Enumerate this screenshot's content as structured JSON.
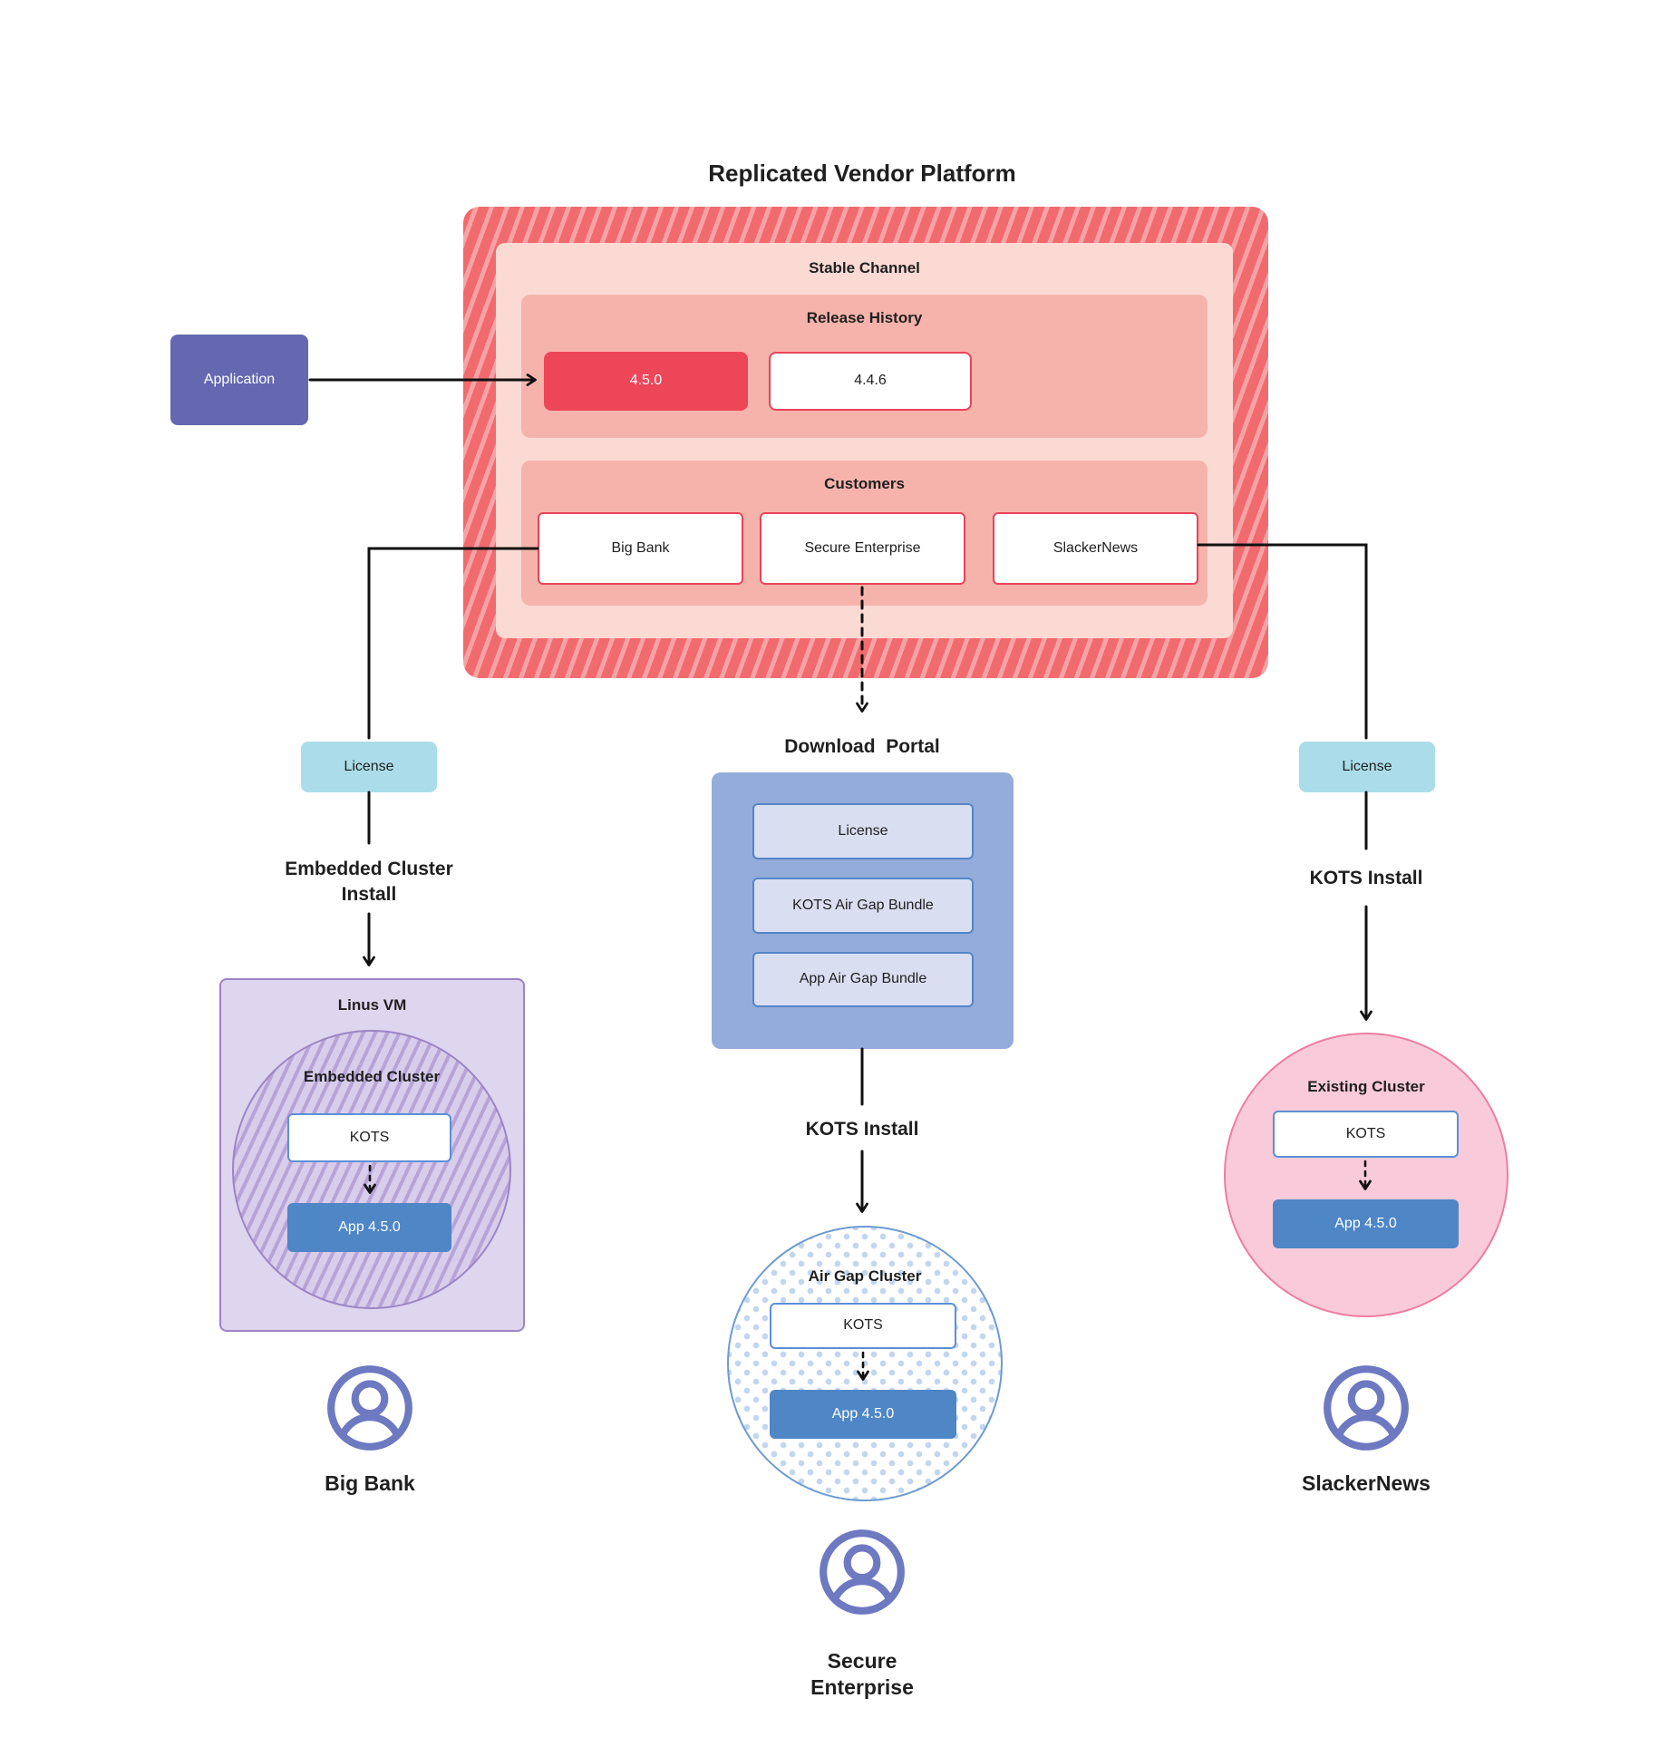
{
  "title": "Replicated Vendor Platform",
  "colors": {
    "ink": "#1f1f1f",
    "hatch-red-a": "#f16a6e",
    "hatch-red-b": "#f6a3a6",
    "pink-light": "#fbdad4",
    "salmon": "#f6b3ab",
    "accent-red": "#e94358",
    "release-red": "#ee4659",
    "app-purple": "#6468b0",
    "teal": "#aadde9",
    "vm-fill": "#ded5ee",
    "vm-border": "#9c84c6",
    "hatch-purple-a": "#d8cdea",
    "hatch-purple-b": "#b7a3d8",
    "kots-border": "#5c8fd6",
    "app-blue": "#4e86c6",
    "portal-blue": "#94acda",
    "portal-item-fill": "#dadef1",
    "portal-item-border": "#5585c7",
    "dot-fill": "#ffffff",
    "dot-color": "#c2d6f0",
    "dot-border": "#6c9bd2",
    "pink-fill": "#f9cbda",
    "pink-border": "#f07ca0",
    "icon-purple": "#6d79c1"
  },
  "platform": {
    "channel_label": "Stable Channel",
    "release_history_label": "Release History",
    "releases": [
      "4.5.0",
      "4.4.6"
    ],
    "customers_label": "Customers",
    "customers": [
      "Big Bank",
      "Secure Enterprise",
      "SlackerNews"
    ]
  },
  "application_label": "Application",
  "left_flow": {
    "license": "License",
    "install": "Embedded Cluster Install",
    "vm": "Linus VM",
    "cluster": "Embedded Cluster",
    "kots": "KOTS",
    "app": "App 4.5.0",
    "user": "Big Bank"
  },
  "center_flow": {
    "portal_title": "Download  Portal",
    "portal_items": [
      "License",
      "KOTS Air Gap Bundle",
      "App Air Gap Bundle"
    ],
    "install": "KOTS Install",
    "cluster": "Air Gap Cluster",
    "kots": "KOTS",
    "app": "App 4.5.0",
    "user": "Secure Enterprise"
  },
  "right_flow": {
    "license": "License",
    "install": "KOTS Install",
    "cluster": "Existing Cluster",
    "kots": "KOTS",
    "app": "App 4.5.0",
    "user": "SlackerNews"
  }
}
